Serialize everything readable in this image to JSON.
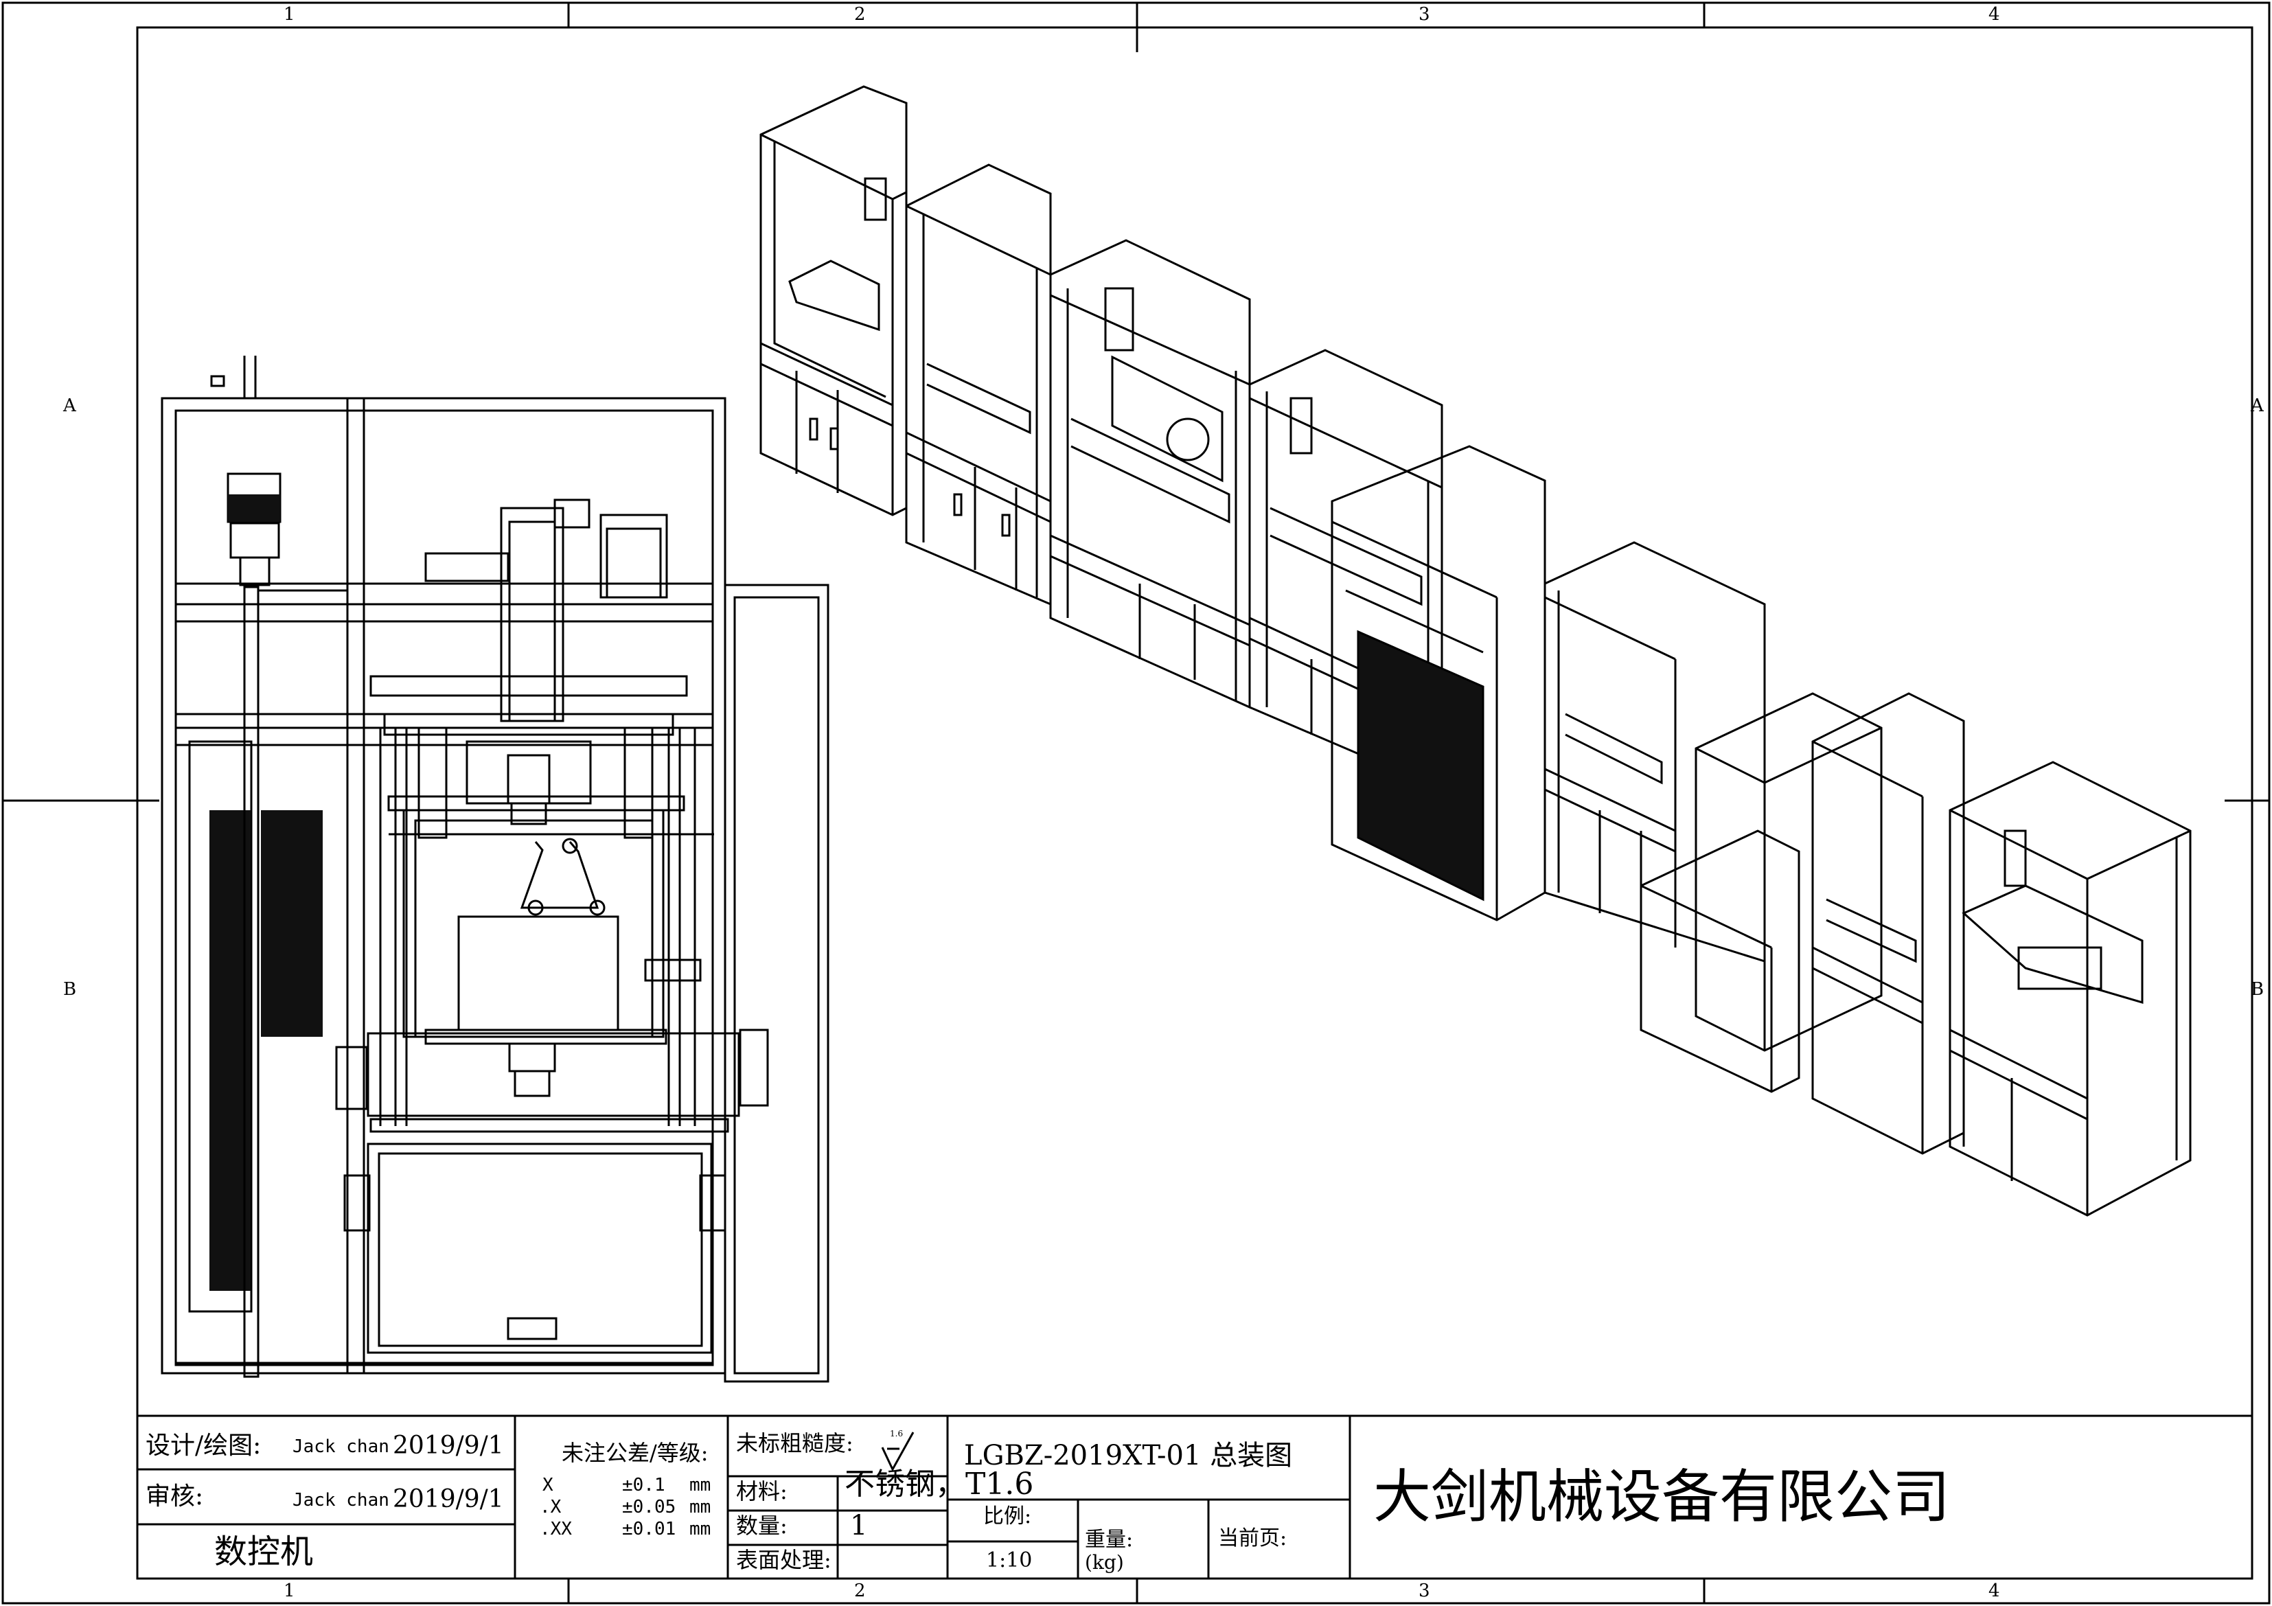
{
  "zones": {
    "columns": [
      "1",
      "2",
      "3",
      "4"
    ],
    "rows": [
      "A",
      "B"
    ]
  },
  "title_block": {
    "design_label": "设计/绘图:",
    "designer": "Jack chan",
    "design_date": "2019/9/1",
    "review_label": "审核:",
    "reviewer": "Jack chan",
    "review_date": "2019/9/1",
    "product": "数控机",
    "tolerance_label": "未注公差/等级:",
    "tolerances": [
      {
        "dim": "X",
        "value": "±0.1",
        "unit": "mm"
      },
      {
        "dim": ".X",
        "value": "±0.05",
        "unit": "mm"
      },
      {
        "dim": ".XX",
        "value": "±0.01",
        "unit": "mm"
      }
    ],
    "roughness_label": "未标粗糙度:",
    "roughness_value": "1.6",
    "material_label": "材料:",
    "material": "不锈钢，T1.6",
    "quantity_label": "数量:",
    "quantity": "1",
    "surface_label": "表面处理:",
    "drawing_no": "LGBZ-2019XT-01 总装图",
    "scale_label": "比例:",
    "scale": "1:10",
    "weight_label": "重量:",
    "weight_unit": "(kg)",
    "page_label": "当前页:",
    "company": "大剑机械设备有限公司"
  }
}
